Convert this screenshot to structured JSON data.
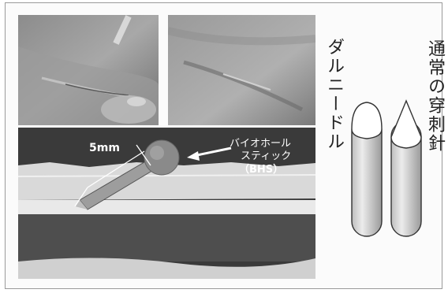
{
  "diagram": {
    "distance_label": "5mm",
    "bhs_label_line1": "バイオホール",
    "bhs_label_line2": "スティック",
    "bhs_label_line3": "（BHS）"
  },
  "needles": {
    "dull_needle_label": "ダルニードル",
    "normal_needle_label": "通常の穿刺針"
  }
}
